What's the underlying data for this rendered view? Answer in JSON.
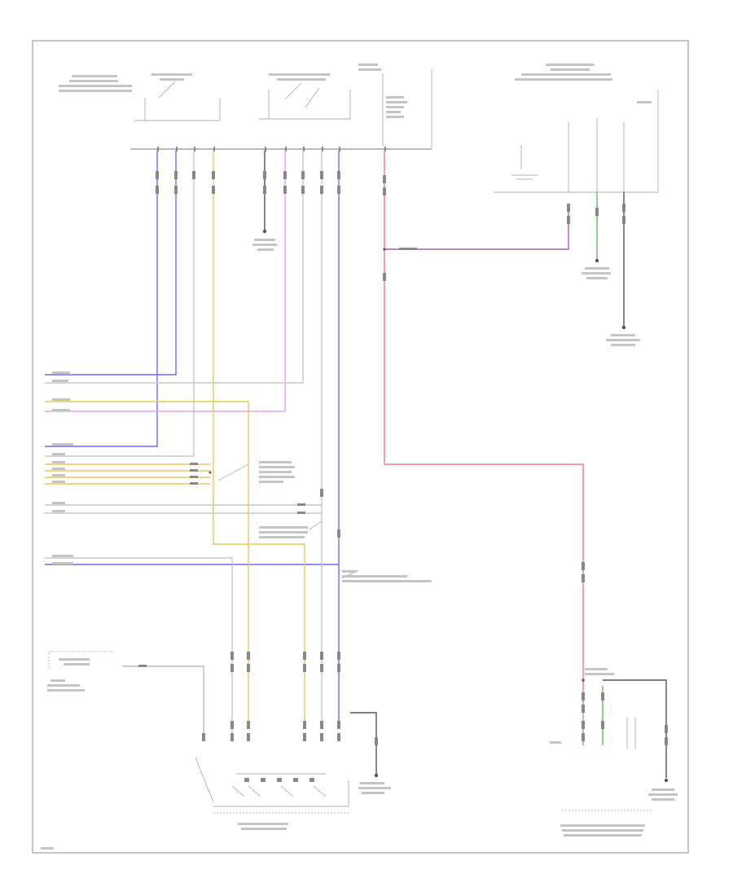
{
  "diagram": {
    "title": "",
    "footer_code": "",
    "wire_colors": {
      "blue": "#6b6bf0",
      "violet": "#e79ff0",
      "yellow": "#e8c85a",
      "gray": "#c8c8c8",
      "red_pink": "#f07a8a",
      "purple": "#b05ab8",
      "green": "#59c259",
      "black": "#555555",
      "frame": "#888888"
    },
    "components": [
      {
        "id": "power-relay",
        "label": ""
      },
      {
        "id": "auto-brightness-unit",
        "label": ""
      },
      {
        "id": "fuse-block",
        "label": ""
      },
      {
        "id": "sunroof-motor",
        "label": ""
      },
      {
        "id": "connector-left",
        "label": ""
      },
      {
        "id": "junction-connector",
        "label": ""
      },
      {
        "id": "ground",
        "label": ""
      },
      {
        "id": "body-control-module",
        "label": ""
      },
      {
        "id": "seat-switch-connector",
        "label": ""
      }
    ]
  }
}
